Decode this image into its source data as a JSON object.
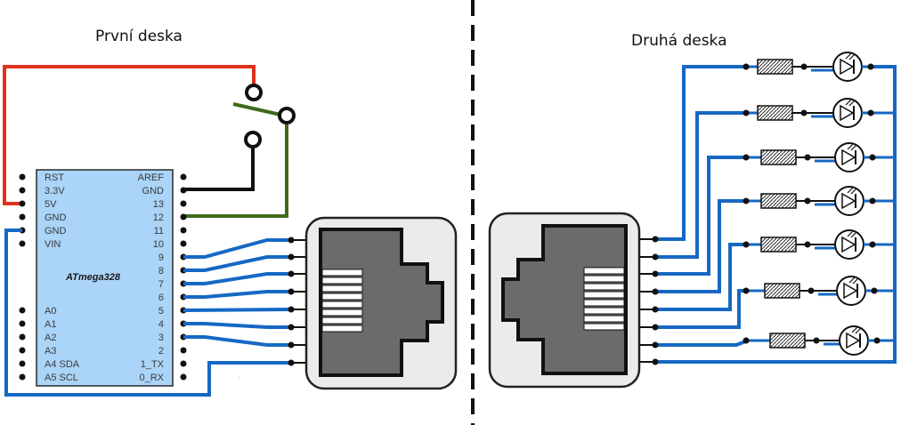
{
  "boards": {
    "first": {
      "title": "První deska"
    },
    "second": {
      "title": "Druhá deska"
    }
  },
  "mcu": {
    "name": "ATmega328",
    "left_pins": [
      "RST",
      "3.3V",
      "5V",
      "GND",
      "GND",
      "VIN",
      "A0",
      "A1",
      "A2",
      "A3",
      "A4 SDA",
      "A5 SCL"
    ],
    "right_pins": [
      "AREF",
      "GND",
      "13",
      "12",
      "11",
      "10",
      "9",
      "8",
      "7",
      "6",
      "5",
      "4",
      "3",
      "2",
      "1_TX",
      "0_RX"
    ]
  },
  "colors": {
    "mcu_fill": "#aad4f8",
    "wire_blue": "#1668c4",
    "wire_red": "#e2311a",
    "wire_green": "#3f6a1c",
    "wire_black": "#111111",
    "jack_body": "#6b6b6b",
    "separator": "#111111"
  },
  "led_count": 7
}
